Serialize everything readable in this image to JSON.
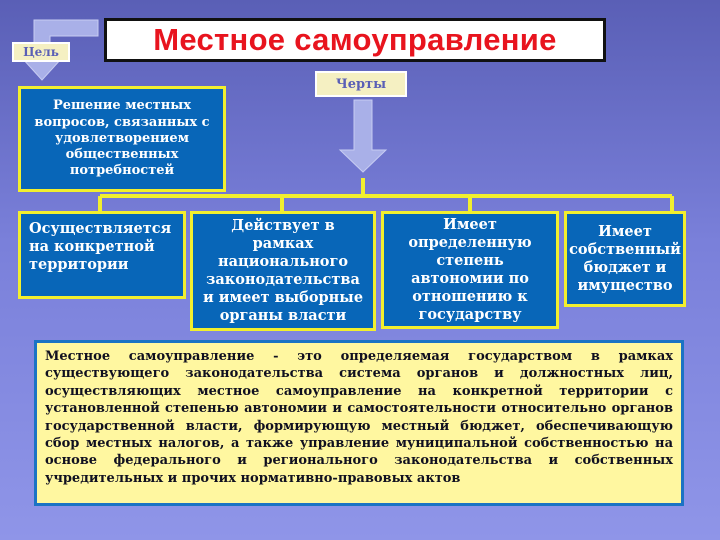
{
  "title": "Местное самоуправление",
  "tags": {
    "goal": "Цель",
    "features": "Черты"
  },
  "goal_text": "Решение местных вопросов, связанных с удовлетворением общественных потребностей",
  "features": [
    "Осуществляется на конкретной территории",
    "Действует в рамках национального законодательства и имеет выборные органы власти",
    "Имеет определенную степень автономии по отношению к государству",
    "Имеет собственный бюджет и имущество"
  ],
  "definition": "Местное самоуправление - это определяемая государством в рамках существующего законодательства система органов и должностных лиц, осуществляющих местное самоуправление на конкретной территории с установленной степенью автономии и самостоятельности относительно органов государственной власти, формирующую местный бюджет, обеспечивающую сбор местных налогов, а также управление муниципальной собственностью на основе федерального и регионального законодательства и собственных учредительных и прочих нормативно-правовых актов",
  "colors": {
    "title_text": "#e8141e",
    "box_fill": "#0866b8",
    "box_border": "#f2ef2e",
    "arrow": "#a9b0e8",
    "definition_fill": "#fff7a0"
  }
}
